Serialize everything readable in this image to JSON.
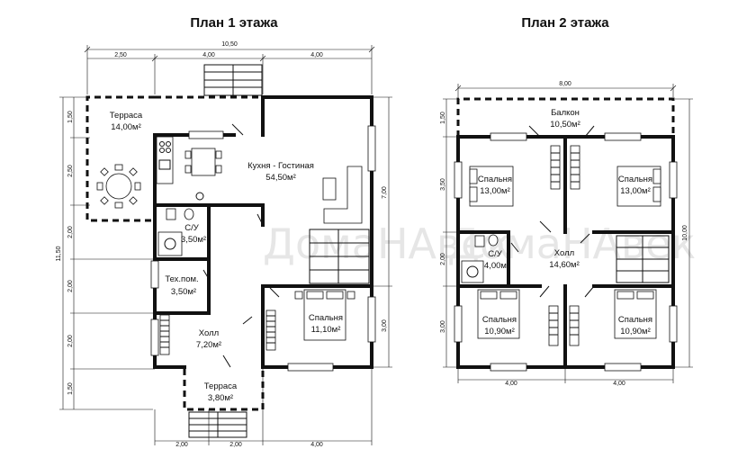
{
  "watermark": "ДомаНАвек",
  "floor1": {
    "title": "План 1 этажа",
    "rooms": [
      {
        "name": "Терраса",
        "area": "14,00м²"
      },
      {
        "name": "Кухня - Гостиная",
        "area": "54,50м²"
      },
      {
        "name": "С/У",
        "area": "3,50м²"
      },
      {
        "name": "Тех.пом.",
        "area": "3,50м²"
      },
      {
        "name": "Холл",
        "area": "7,20м²"
      },
      {
        "name": "Спальня",
        "area": "11,10м²"
      },
      {
        "name": "Терраса",
        "area": "3,80м²"
      }
    ],
    "dims_top": {
      "total": "10,50",
      "parts": [
        "2,50",
        "4,00",
        "4,00"
      ]
    },
    "dims_bottom": [
      "2,00",
      "2,00",
      "4,00"
    ],
    "dims_left": {
      "total": "11,50",
      "parts": [
        "1,50",
        "2,50",
        "2,00",
        "2,00",
        "2,00",
        "1,50"
      ]
    },
    "dims_right": [
      "7,00",
      "3,00"
    ]
  },
  "floor2": {
    "title": "План 2 этажа",
    "rooms": [
      {
        "name": "Балкон",
        "area": "10,50м²"
      },
      {
        "name": "Спальня",
        "area": "13,00м²"
      },
      {
        "name": "Спальня",
        "area": "13,00м²"
      },
      {
        "name": "С/У",
        "area": "4,00м²"
      },
      {
        "name": "Холл",
        "area": "14,60м²"
      },
      {
        "name": "Спальня",
        "area": "10,90м²"
      },
      {
        "name": "Спальня",
        "area": "10,90м²"
      }
    ],
    "dims_top": "8,00",
    "dims_bottom": [
      "4,00",
      "4,00"
    ],
    "dims_left": [
      "1,50",
      "3,50",
      "2,00",
      "3,00"
    ],
    "dims_right": "10,00"
  }
}
